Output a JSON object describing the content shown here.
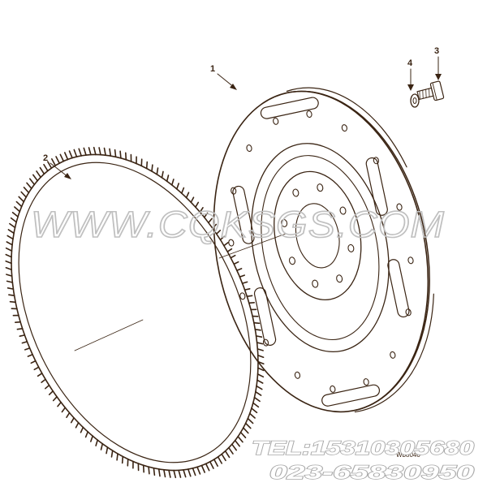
{
  "callouts": {
    "flywheel": "1",
    "ring_gear": "2",
    "capscrew": "3",
    "washer": "4"
  },
  "drawing_number": "Wb8040",
  "watermark": {
    "url": "WWW.CQKSGS.COM",
    "tel": "TEL:15310305680",
    "phone": "023-65830950"
  },
  "colors": {
    "ink": "#3a2413",
    "watermark": "#c0c0c0",
    "background": "#ffffff"
  }
}
